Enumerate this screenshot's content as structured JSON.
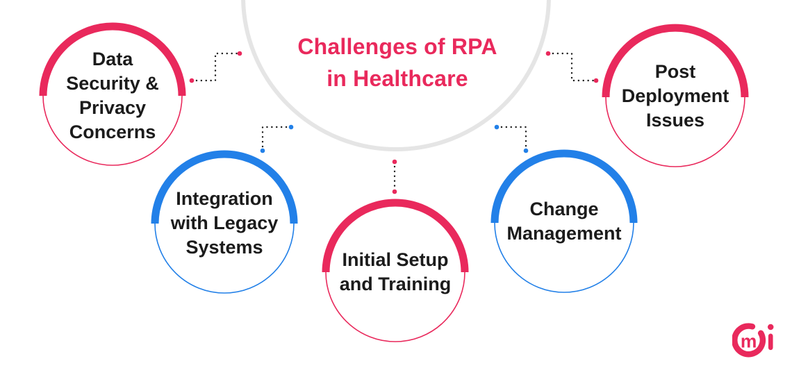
{
  "title": {
    "lines": [
      "Challenges of RPA",
      "in Healthcare"
    ]
  },
  "colors": {
    "pink": "#E9295C",
    "blue": "#2280E8",
    "arc_gray": "#E5E5E5",
    "connector_dot": "#1B1B1B",
    "label_text": "#1B1B1B",
    "background": "#FFFFFF"
  },
  "bubbles": [
    {
      "name": "data-security-privacy-concerns",
      "accent": "pink",
      "lines": [
        "Data",
        "Security &",
        "Privacy",
        "Concerns"
      ]
    },
    {
      "name": "integration-with-legacy-systems",
      "accent": "blue",
      "lines": [
        "Integration",
        "with Legacy",
        "Systems"
      ]
    },
    {
      "name": "initial-setup-and-training",
      "accent": "pink",
      "lines": [
        "Initial Setup",
        "and Training"
      ]
    },
    {
      "name": "change-management",
      "accent": "blue",
      "lines": [
        "Change",
        "Management"
      ]
    },
    {
      "name": "post-deployment-issues",
      "accent": "pink",
      "lines": [
        "Post",
        "Deployment",
        "Issues"
      ]
    }
  ],
  "logo": {
    "name": "cmi-logo",
    "letters": "mi"
  }
}
